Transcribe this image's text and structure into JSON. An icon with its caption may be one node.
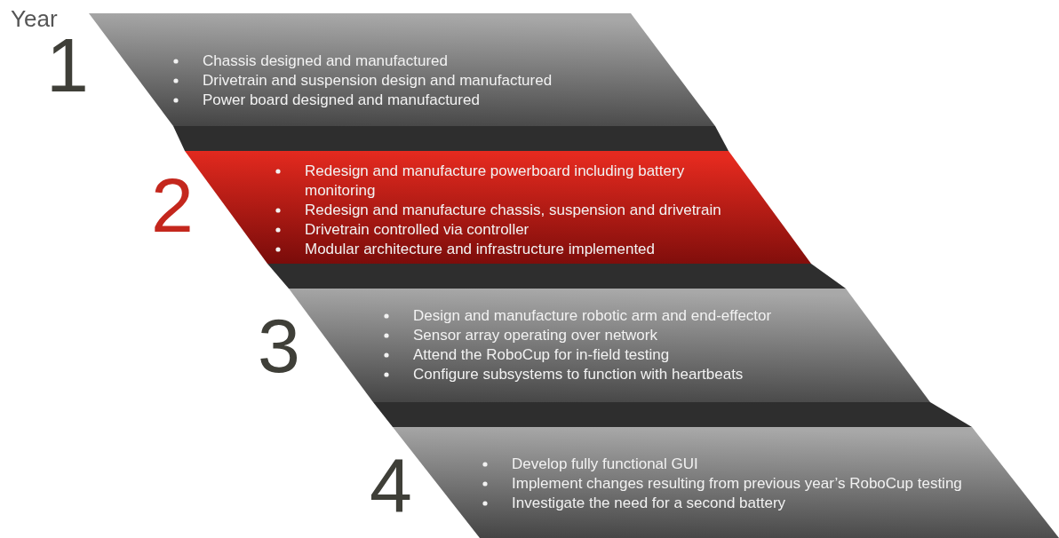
{
  "diagram": {
    "nodes": [
      {
        "text": [
          "Chassis designed and manufactured",
          "Drivetrain and suspension design and manufactured",
          "Power board designed and manufactured"
        ],
        "beside": [
          "1"
        ]
      },
      {
        "text": [
          "Redesign and manufacture powerboard including battery monitoring",
          "Redesign and manufacture chassis, suspension and drivetrain",
          "Drivetrain controlled via controller",
          "Modular architecture and infrastructure implemented"
        ],
        "beside": [
          "2"
        ]
      },
      {
        "text": [
          "Design and manufacture robotic arm and end-effector",
          "Sensor array operating over network",
          "Attend the RoboCup for in-field testing",
          "Configure subsystems to function with heartbeats"
        ],
        "beside": [
          "3"
        ]
      },
      {
        "text": [
          "Develop fully functional GUI",
          "Implement changes resulting from previous year’s RoboCup testing",
          "Investigate the need for a second battery"
        ],
        "beside": [
          "4"
        ]
      },
      {
        "text": [],
        "shape": "band"
      },
      {
        "text": [],
        "shape": "band"
      },
      {
        "text": [],
        "shape": "band"
      }
    ],
    "labels": [
      "Year"
    ]
  }
}
